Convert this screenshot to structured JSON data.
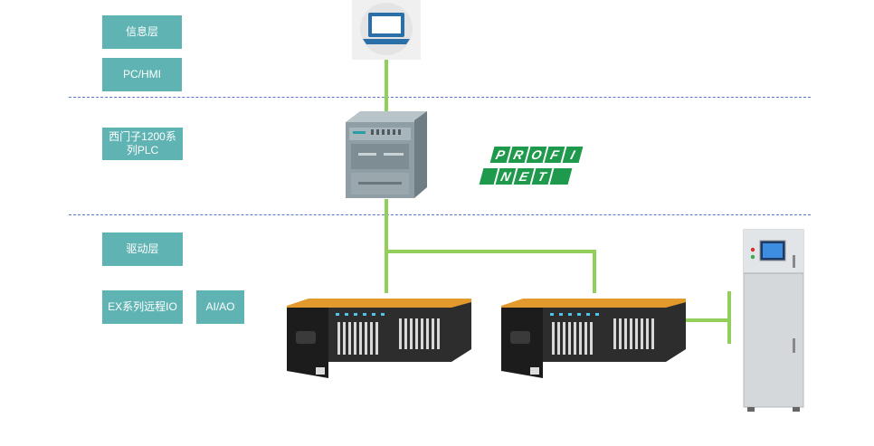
{
  "layers": {
    "info": "信息层",
    "pc_hmi": "PC/HMI",
    "plc": "西门子1200系列PLC",
    "drive": "驱动层",
    "ex_io": "EX系列远程IO",
    "ai_ao": "AI/AO"
  },
  "profinet": {
    "top": [
      "P",
      "R",
      "O",
      "F",
      "I"
    ],
    "bottom": [
      "N",
      "E",
      "T"
    ]
  },
  "colors": {
    "label_bg": "#5fb3b3",
    "wire": "#92cf5a",
    "dashed_line": "#5b79c9",
    "profinet_green": "#1f9a4d"
  }
}
